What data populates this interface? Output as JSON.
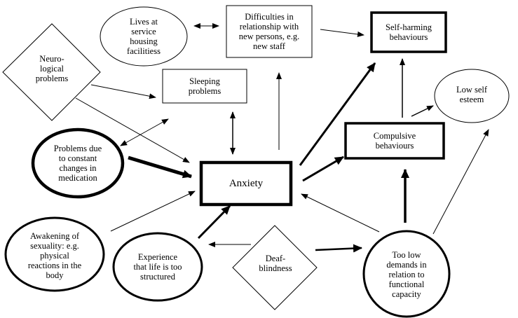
{
  "nodes": {
    "service_housing": "Lives at\nservice\nhousing\nfacilitiess",
    "relationship": "Difficulties in\nrelationship with\nnew persons, e.g.\nnew staff",
    "self_harming": "Self-harming\nbehaviours",
    "neurological": "Neuro-\nlogical\nproblems",
    "sleeping": "Sleeping\nproblems",
    "low_self_esteem": "Low self\nesteem",
    "medication": "Problems due\nto constant\nchanges in\nmedication",
    "compulsive": "Compulsive\nbehaviours",
    "anxiety": "Anxiety",
    "sexuality": "Awakening of\nsexuality: e.g.\nphysical\nreactions in the\nbody",
    "structured": "Experience\nthat life is too\nstructured",
    "deafblindness": "Deaf-\nblindness",
    "low_demands": "Too low\ndemands in\nrelation to\nfunctional\ncapacity"
  },
  "colors": {
    "stroke": "#000000",
    "background": "#ffffff"
  }
}
